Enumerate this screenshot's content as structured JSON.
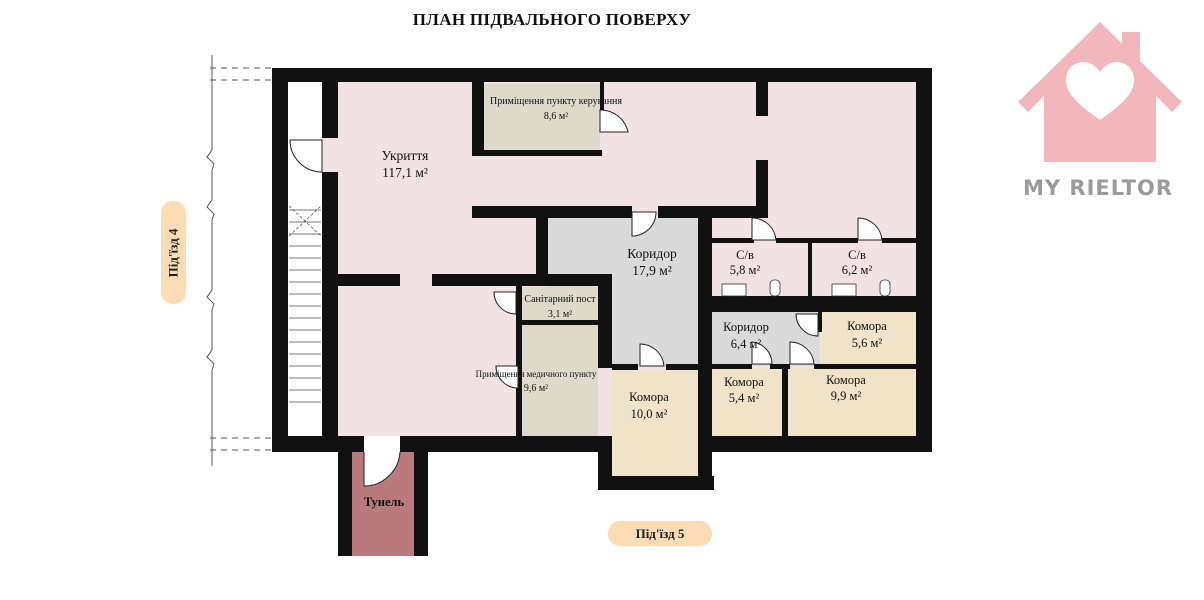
{
  "title": "ПЛАН ПІДВАЛЬНОГО ПОВЕРХУ",
  "entrances": {
    "entrance_4": "Під'їзд 4",
    "entrance_5": "Під'їзд 5"
  },
  "rooms": {
    "shelter": {
      "name": "Укриття",
      "area": "117,1 м²"
    },
    "control_room": {
      "name": "Приміщення пункту керування",
      "area": "8,6 м²"
    },
    "corridor_main": {
      "name": "Коридор",
      "area": "17,9 м²"
    },
    "wc_1": {
      "name": "С/в",
      "area": "5,8 м²"
    },
    "wc_2": {
      "name": "С/в",
      "area": "6,2 м²"
    },
    "sanitary_post": {
      "name": "Санітарний пост",
      "area": "3,1 м²"
    },
    "medical_room": {
      "name": "Приміщення медичного пункту",
      "area": "9,6 м²"
    },
    "corridor_small": {
      "name": "Коридор",
      "area": "6,4 м²"
    },
    "storage_1": {
      "name": "Комора",
      "area": "5,6 м²"
    },
    "storage_2": {
      "name": "Комора",
      "area": "10,0 м²"
    },
    "storage_3": {
      "name": "Комора",
      "area": "5,4 м²"
    },
    "storage_4": {
      "name": "Комора",
      "area": "9,9 м²"
    },
    "tunnel": {
      "name": "Тунель"
    }
  },
  "logo": {
    "text": "MY RIELTOR",
    "icon": "house-heart-icon"
  },
  "colors": {
    "wall": "#111111",
    "shelter": "#f1e2e3",
    "control_room": "#ddd9cb",
    "corridor": "#dadada",
    "storage": "#efe3c9",
    "tunnel": "#b87a7c",
    "badge": "#fbdcb4",
    "logo_pink": "#f2b6bd",
    "logo_text": "#9b9b9b"
  }
}
